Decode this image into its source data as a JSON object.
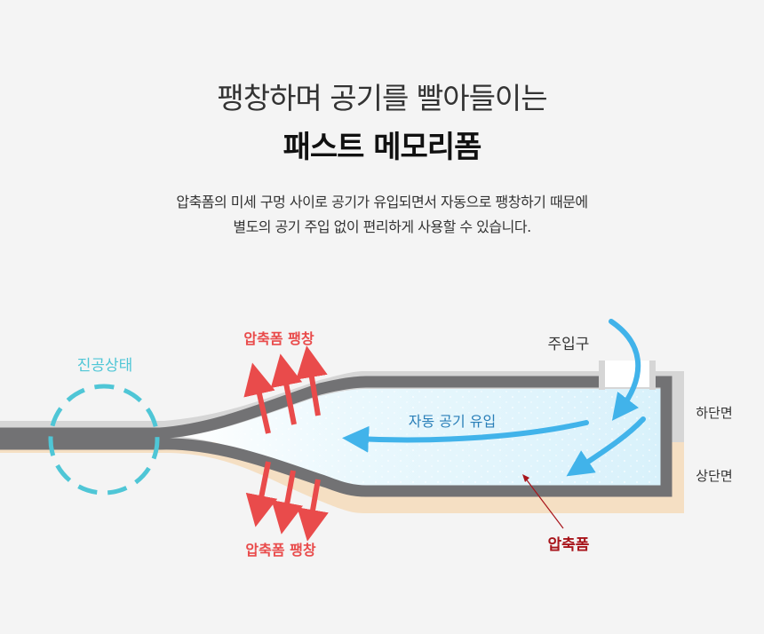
{
  "header": {
    "headline": "팽창하며 공기를 빨아들이는",
    "title": "패스트 메모리폼",
    "description_lines": [
      "압축폼의 미세 구멍 사이로 공기가 유입되면서 자동으로 팽창하기 때문에",
      "별도의 공기 주입 없이 편리하게 사용할 수 있습니다."
    ]
  },
  "diagram": {
    "labels": {
      "vacuum": "진공상태",
      "expand_top": "압축폼 팽창",
      "expand_bottom": "압축폼 팽창",
      "inlet": "주입구",
      "auto_air": "자동 공기 유입",
      "lower_face": "하단면",
      "upper_face": "상단면",
      "compressed_foam": "압축폼"
    },
    "colors": {
      "red": "#e94b4b",
      "cyan": "#4fc6d6",
      "blue": "#41b3ea",
      "dark_red": "#a8151b",
      "gray": "#727274",
      "light_gray": "#d6d6d6",
      "beige": "#f5dfc3"
    }
  }
}
